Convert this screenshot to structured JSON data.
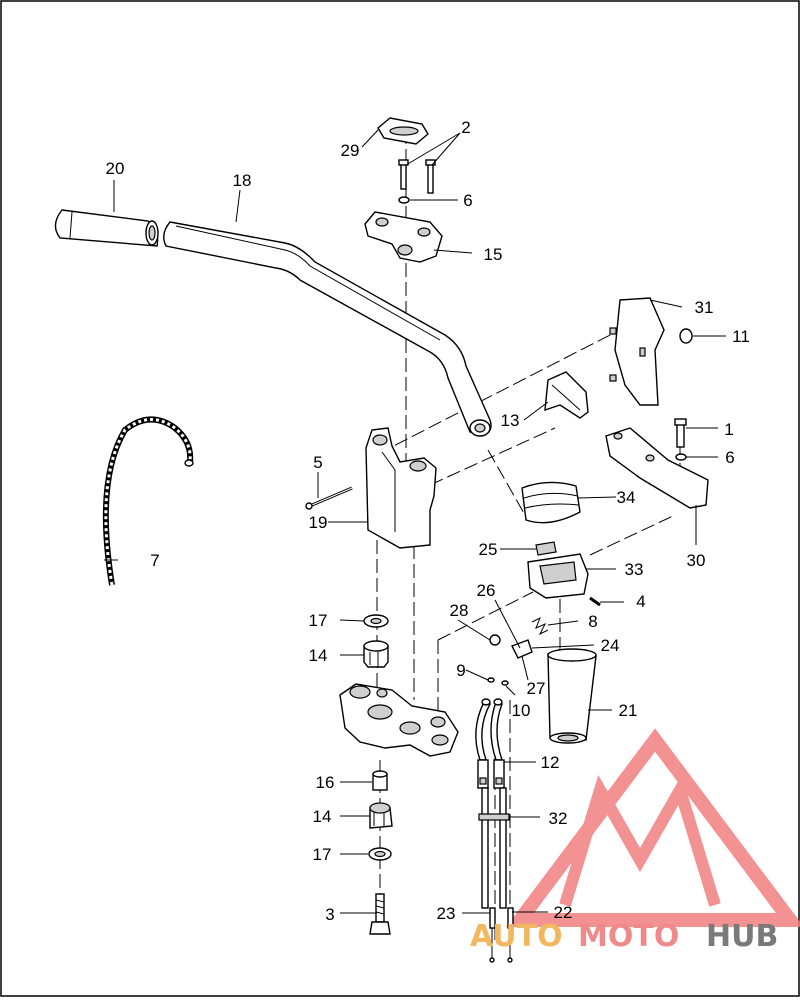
{
  "diagram": {
    "labels": [
      {
        "id": "1",
        "text": "1"
      },
      {
        "id": "2",
        "text": "2"
      },
      {
        "id": "3",
        "text": "3"
      },
      {
        "id": "4",
        "text": "4"
      },
      {
        "id": "5",
        "text": "5"
      },
      {
        "id": "6a",
        "text": "6"
      },
      {
        "id": "6b",
        "text": "6"
      },
      {
        "id": "7",
        "text": "7"
      },
      {
        "id": "8",
        "text": "8"
      },
      {
        "id": "9",
        "text": "9"
      },
      {
        "id": "10",
        "text": "10"
      },
      {
        "id": "11",
        "text": "11"
      },
      {
        "id": "12",
        "text": "12"
      },
      {
        "id": "13",
        "text": "13"
      },
      {
        "id": "14a",
        "text": "14"
      },
      {
        "id": "14b",
        "text": "14"
      },
      {
        "id": "15",
        "text": "15"
      },
      {
        "id": "16",
        "text": "16"
      },
      {
        "id": "17a",
        "text": "17"
      },
      {
        "id": "17b",
        "text": "17"
      },
      {
        "id": "18",
        "text": "18"
      },
      {
        "id": "19",
        "text": "19"
      },
      {
        "id": "20",
        "text": "20"
      },
      {
        "id": "21",
        "text": "21"
      },
      {
        "id": "22",
        "text": "22"
      },
      {
        "id": "23",
        "text": "23"
      },
      {
        "id": "24",
        "text": "24"
      },
      {
        "id": "25",
        "text": "25"
      },
      {
        "id": "26",
        "text": "26"
      },
      {
        "id": "27",
        "text": "27"
      },
      {
        "id": "28",
        "text": "28"
      },
      {
        "id": "29",
        "text": "29"
      },
      {
        "id": "30",
        "text": "30"
      },
      {
        "id": "31",
        "text": "31"
      },
      {
        "id": "32",
        "text": "32"
      },
      {
        "id": "33",
        "text": "33"
      },
      {
        "id": "34",
        "text": "34"
      }
    ]
  },
  "watermark": {
    "part1": "AUTO",
    "part2": "MOTO",
    "part3": "HUB",
    "color1": "#f2b75f",
    "color2": "#f08a8a",
    "color3": "#7a7a7a",
    "logo_color": "#f07f7f"
  }
}
